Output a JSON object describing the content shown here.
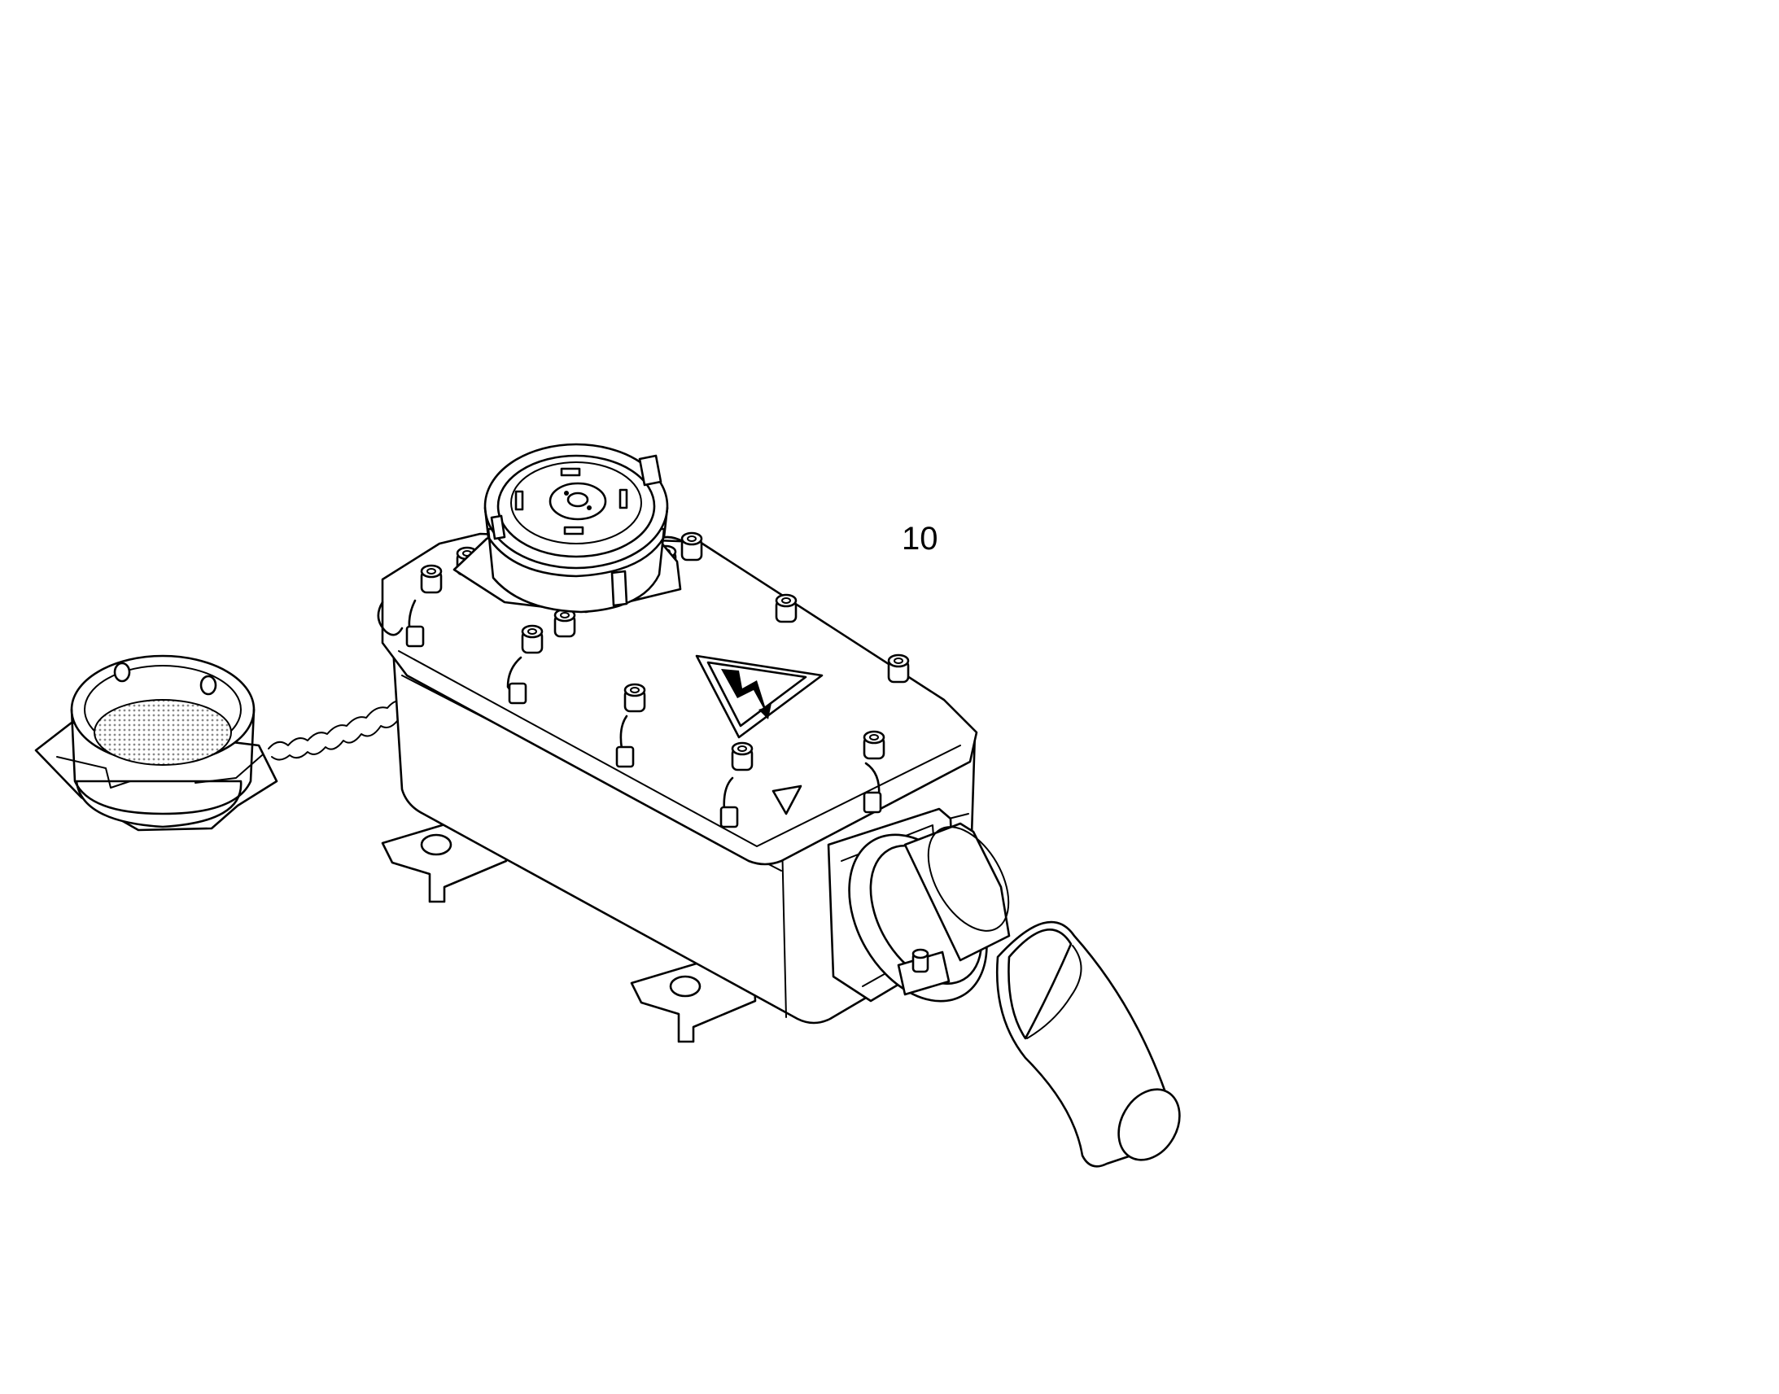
{
  "diagram": {
    "callouts": [
      {
        "id": "callout-10",
        "label": "10"
      }
    ],
    "components": [
      {
        "name": "dust-cap-left",
        "icon": "socket-dust-cap"
      },
      {
        "name": "connector-housing-left",
        "icon": "high-voltage-warning-icon"
      },
      {
        "name": "connector-housing-right",
        "icon": "socket-with-square-cover"
      }
    ],
    "colors": {
      "line": "#000000",
      "background": "#ffffff",
      "mesh": "#a8a8a8"
    }
  }
}
